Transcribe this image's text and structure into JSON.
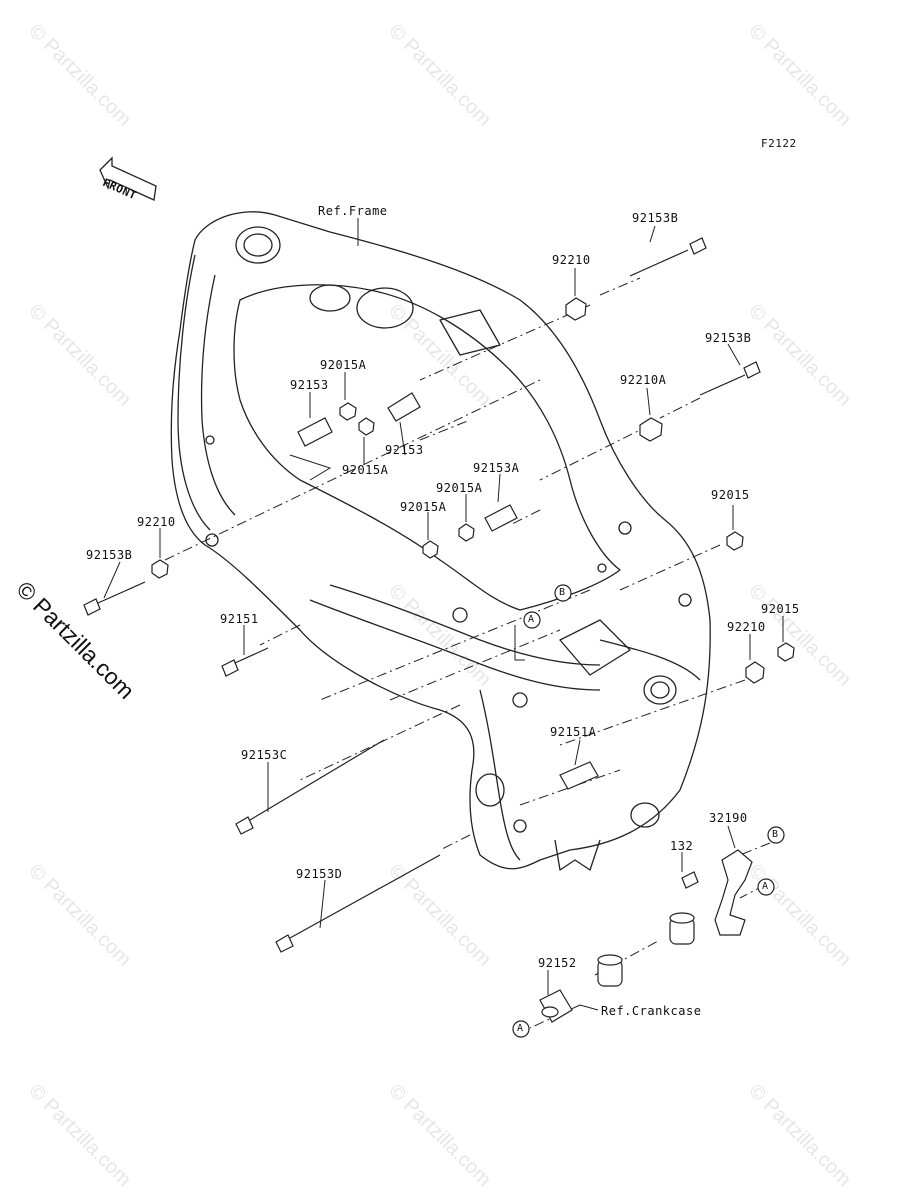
{
  "diagram": {
    "figure_code": "F2122",
    "front_label": "FRONT",
    "watermark": "© Partzilla.com",
    "watermark_faint": "© Partzilla.com",
    "refs": {
      "frame": "Ref.Frame",
      "crankcase": "Ref.Crankcase"
    },
    "parts": {
      "p92153B_top": "92153B",
      "p92210_top": "92210",
      "p92153B_mid": "92153B",
      "p92210A": "92210A",
      "p92015A_a": "92015A",
      "p92153_a": "92153",
      "p92153_b": "92153",
      "p92015A_b": "92015A",
      "p92153A": "92153A",
      "p92015A_c": "92015A",
      "p92015A_d": "92015A",
      "p92015_right": "92015",
      "p92210_left": "92210",
      "p92153B_left": "92153B",
      "p92151": "92151",
      "p92210_right": "92210",
      "p92015_right2": "92015",
      "p92151A": "92151A",
      "p92153C": "92153C",
      "p32190": "32190",
      "p132": "132",
      "p92153D": "92153D",
      "p92152": "92152"
    },
    "markers": {
      "A": "A",
      "B": "B"
    }
  }
}
